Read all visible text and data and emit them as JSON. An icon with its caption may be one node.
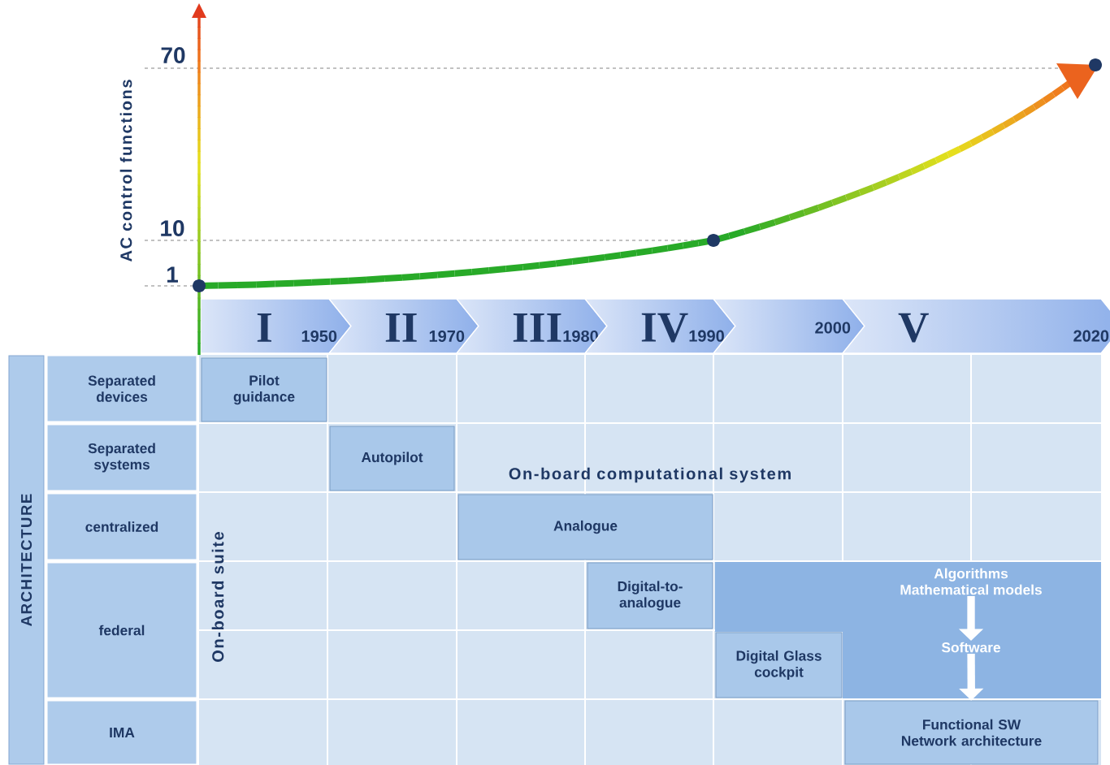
{
  "diagram": {
    "nodes": [
      {
        "text": [
          "ARCHITECTURE"
        ]
      },
      {
        "text": [
          "Separated devices"
        ]
      },
      {
        "text": [
          "Separated systems"
        ]
      },
      {
        "text": [
          "centralized"
        ]
      },
      {
        "text": [
          "federal"
        ]
      },
      {
        "text": [
          "IMA"
        ]
      },
      {
        "text": [
          "I",
          "1950"
        ]
      },
      {
        "text": [
          "II",
          "1970"
        ]
      },
      {
        "text": [
          "III",
          "1980"
        ]
      },
      {
        "text": [
          "IV",
          "1990"
        ]
      },
      {
        "text": [
          "2000"
        ]
      },
      {
        "text": [
          "V",
          "2020"
        ]
      },
      {
        "text": [
          "Pilot guidance"
        ]
      },
      {
        "text": [
          "Autopilot"
        ]
      },
      {
        "text": [
          "Analogue"
        ]
      },
      {
        "text": [
          "Digital-to-analogue"
        ]
      },
      {
        "text": [
          "Digital Glass cockpit"
        ]
      },
      {
        "text": [],
        "shape": "box"
      },
      {
        "text": [
          "Algorithms",
          "Mathematical models"
        ],
        "in": 17
      },
      {
        "text": [
          "Software"
        ],
        "in": 17
      },
      {
        "text": [
          "Functional SW",
          "Network architecture"
        ]
      }
    ],
    "edges": [
      {
        "from": 18,
        "to": 19,
        "arrow": "to"
      },
      {
        "from": 19,
        "to": 20,
        "arrow": "to"
      }
    ],
    "labels": [
      "AC control functions",
      "70",
      "10",
      "1",
      "On-board suite",
      "On-board computational system"
    ]
  }
}
